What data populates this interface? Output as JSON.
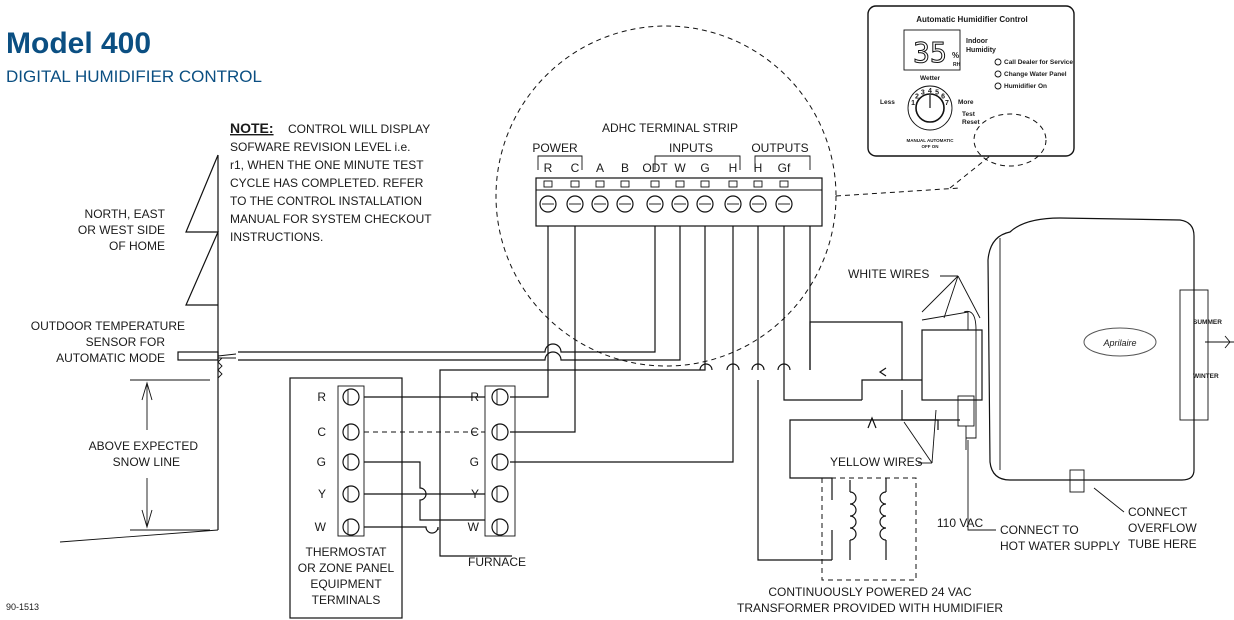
{
  "header": {
    "title": "Model 400",
    "subtitle": "DIGITAL HUMIDIFIER CONTROL"
  },
  "note": {
    "heading": "NOTE:",
    "lines": [
      "CONTROL WILL DISPLAY",
      "SOFWARE REVISION LEVEL i.e.",
      "r1, WHEN THE ONE MINUTE TEST",
      "CYCLE HAS COMPLETED. REFER",
      "TO THE CONTROL INSTALLATION",
      "MANUAL FOR SYSTEM CHECKOUT",
      "INSTRUCTIONS."
    ]
  },
  "labels": {
    "north_side": [
      "NORTH, EAST",
      "OR WEST SIDE",
      "OF HOME"
    ],
    "outdoor_sensor": [
      "OUTDOOR TEMPERATURE",
      "SENSOR FOR",
      "AUTOMATIC MODE"
    ],
    "snow_line": [
      "ABOVE EXPECTED",
      "SNOW LINE"
    ],
    "thermostat": [
      "THERMOSTAT",
      "OR ZONE PANEL",
      "EQUIPMENT",
      "TERMINALS"
    ],
    "furnace": "FURNACE",
    "white_wires": "WHITE WIRES",
    "yellow_wires": "YELLOW WIRES",
    "vac_110": "110 VAC",
    "hot_water": [
      "CONNECT TO",
      "HOT WATER SUPPLY"
    ],
    "overflow": [
      "CONNECT",
      "OVERFLOW",
      "TUBE HERE"
    ],
    "transformer": [
      "CONTINUOUSLY POWERED 24 VAC",
      "TRANSFORMER PROVIDED WITH HUMIDIFIER"
    ],
    "doc_number": "90-1513"
  },
  "terminal_strip": {
    "title": "ADHC TERMINAL STRIP",
    "groups": [
      "POWER",
      "INPUTS",
      "OUTPUTS"
    ],
    "terminals": [
      "R",
      "C",
      "A",
      "B",
      "ODT",
      "W",
      "G",
      "H",
      "H",
      "Gf"
    ]
  },
  "thermostat_terminals": [
    "R",
    "C",
    "G",
    "Y",
    "W"
  ],
  "furnace_terminals": [
    "R",
    "C",
    "G",
    "Y",
    "W"
  ],
  "control_panel": {
    "title": "Automatic Humidifier Control",
    "display_value": "35",
    "percent": "%",
    "rh": "RH",
    "humidity_label": [
      "Indoor",
      "Humidity"
    ],
    "indicators": [
      "Call Dealer for Service",
      "Change Water Panel",
      "Humidifier On"
    ],
    "dial_top": "Wetter",
    "dial_left": "Less",
    "dial_right": "More",
    "dial_numbers": [
      "1",
      "2",
      "3",
      "4",
      "5",
      "6",
      "7"
    ],
    "test_reset": [
      "Test",
      "Reset"
    ],
    "bottom": [
      "MANUAL AUTOMATIC",
      "OFF  ON"
    ]
  },
  "humidifier": {
    "brand": "Aprilaire",
    "side_labels": [
      "SUMMER",
      "WINTER"
    ]
  }
}
